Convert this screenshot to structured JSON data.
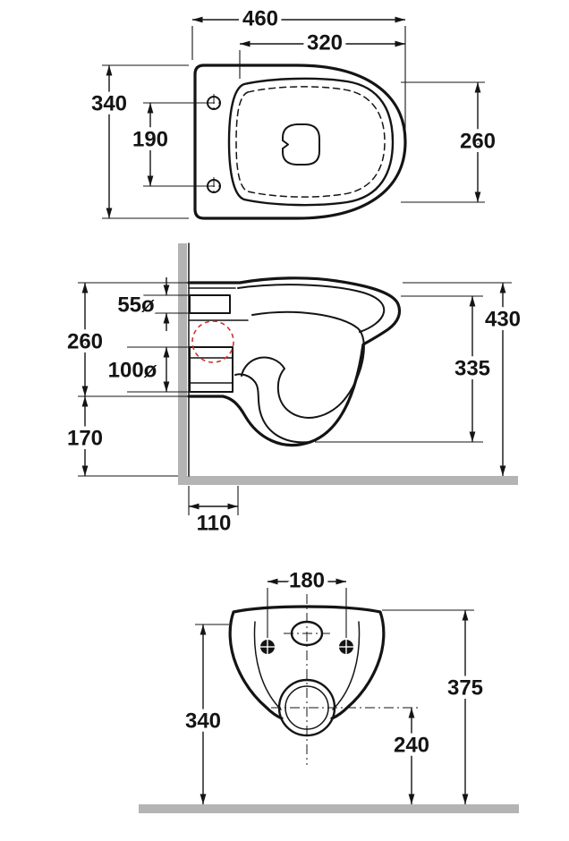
{
  "colors": {
    "ink": "#141414",
    "wall_gray": "#b4b4b4",
    "accent_red": "#cc3333"
  },
  "top_view": {
    "dim_overall_width": "460",
    "dim_inner_width": "320",
    "dim_depth": "340",
    "dim_fixing_holes_spacing": "190",
    "dim_bowl_width": "260"
  },
  "side_view": {
    "dim_inlet_diameter": "55ø",
    "dim_inlet_zone_height": "260",
    "dim_outlet_diameter": "100ø",
    "dim_lower_zone_height": "170",
    "dim_overall_height": "430",
    "dim_body_height": "335",
    "dim_outlet_wall_distance": "110"
  },
  "front_view": {
    "dim_fixing_holes_spacing": "180",
    "dim_height_left": "340",
    "dim_overall_height": "375",
    "dim_outlet_center_height": "240"
  }
}
